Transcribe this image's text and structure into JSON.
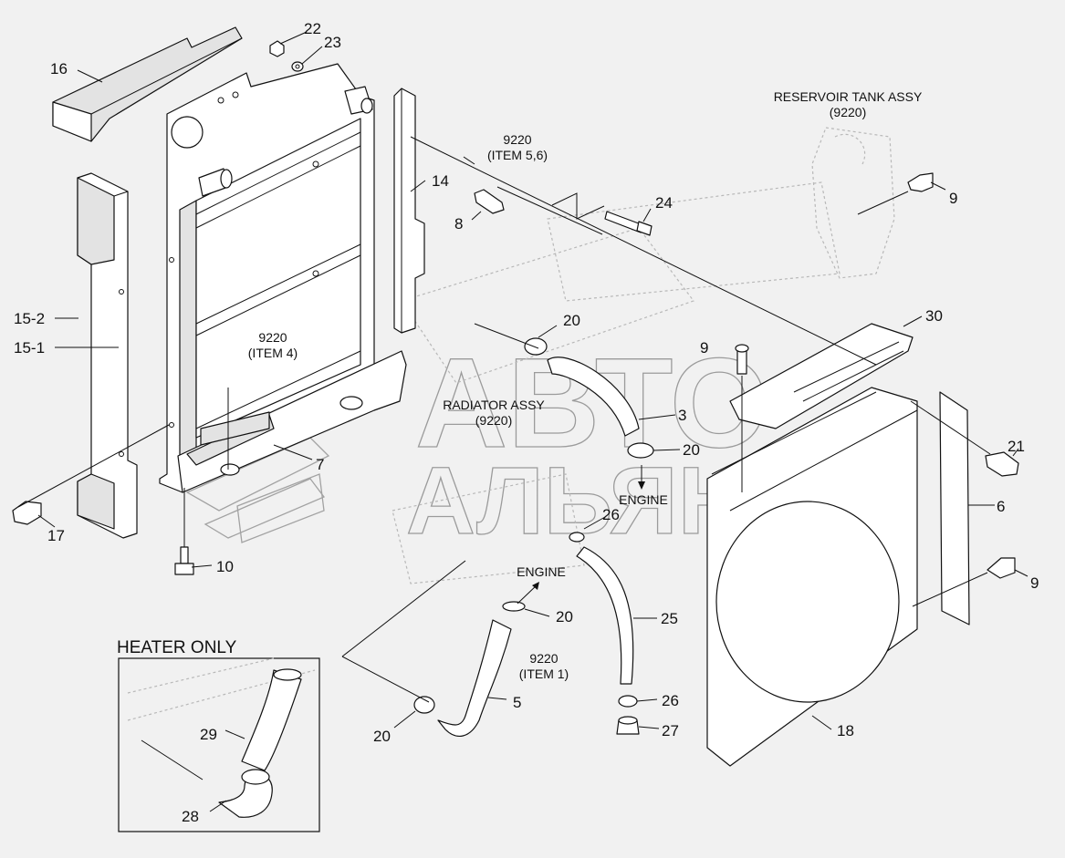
{
  "callouts": {
    "c16": "16",
    "c22": "22",
    "c23": "23",
    "c14": "14",
    "c8": "8",
    "c24": "24",
    "c9a": "9",
    "c9b": "9",
    "c9c": "9",
    "c15_2": "15-2",
    "c15_1": "15-1",
    "c20a": "20",
    "c20b": "20",
    "c20c": "20",
    "c20d": "20",
    "c30": "30",
    "c3": "3",
    "c7": "7",
    "c17": "17",
    "c10": "10",
    "c26a": "26",
    "c26b": "26",
    "c25": "25",
    "c5": "5",
    "c27": "27",
    "c18": "18",
    "c21": "21",
    "c6": "6",
    "c29": "29",
    "c28": "28"
  },
  "notes": {
    "item56_code": "9220",
    "item56_text": "(ITEM 5,6)",
    "item4_code": "9220",
    "item4_text": "(ITEM 4)",
    "item1_code": "9220",
    "item1_text": "(ITEM 1)",
    "radiator_name": "RADIATOR ASSY",
    "radiator_code": "(9220)",
    "reservoir_name": "RESERVOIR TANK ASSY",
    "reservoir_code": "(9220)",
    "engine_upper": "ENGINE",
    "engine_lower": "ENGINE"
  },
  "heater_box": {
    "title": "HEATER ONLY"
  },
  "watermark": {
    "line1": "АВТО",
    "line2": "АЛЬЯНС"
  }
}
